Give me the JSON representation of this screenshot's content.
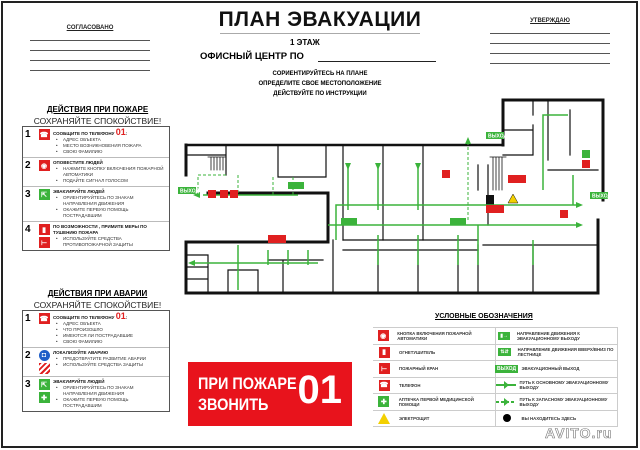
{
  "header": {
    "title": "ПЛАН ЭВАКУАЦИИ",
    "floor": "1 ЭТАЖ",
    "office": "ОФИСНЫЙ ЦЕНТР ПО",
    "orientation": [
      "СОРИЕНТИРУЙТЕСЬ НА ПЛАНЕ",
      "ОПРЕДЕЛИТЕ СВОЕ МЕСТОПОЛОЖЕНИЕ",
      "ДЕЙСТВУЙТЕ ПО ИНСТРУКЦИИ"
    ],
    "approved_left": "СОГЛАСОВАНО",
    "approved_right": "УТВЕРЖДАЮ"
  },
  "fire_actions": {
    "title": "ДЕЙСТВИЯ ПРИ ПОЖАРЕ",
    "subtitle": "СОХРАНЯЙТЕ СПОКОЙСТВИЕ!",
    "steps": [
      {
        "num": "1",
        "head": "СООБЩИТЕ ПО ТЕЛЕФОНУ",
        "phone": "01",
        "items": [
          "АДРЕС ОБЪЕКТА",
          "МЕСТО ВОЗНИКНОВЕНИЯ ПОЖАРА",
          "СВОЮ ФАМИЛИЮ"
        ]
      },
      {
        "num": "2",
        "head": "ОПОВЕСТИТЕ ЛЮДЕЙ",
        "items": [
          "НАЖМИТЕ КНОПКУ ВКЛЮЧЕНИЯ ПОЖАРНОЙ АВТОМАТИКИ",
          "ПОДАЙТЕ СИГНАЛ ГОЛОСОМ"
        ]
      },
      {
        "num": "3",
        "head": "ЭВАКУИРУЙТЕ ЛЮДЕЙ",
        "items": [
          "ОРИЕНТИРУЙТЕСЬ ПО ЗНАКАМ НАПРАВЛЕНИЯ ДВИЖЕНИЯ",
          "ОКАЖИТЕ ПЕРВУЮ ПОМОЩЬ ПОСТРАДАВШИМ"
        ]
      },
      {
        "num": "4",
        "head": "ПО ВОЗМОЖНОСТИ , ПРИМИТЕ МЕРЫ ПО ТУШЕНИЮ ПОЖАРА",
        "items": [
          "ИСПОЛЬЗУЙТЕ СРЕДСТВА ПРОТИВОПОЖАРНОЙ ЗАЩИТЫ"
        ]
      }
    ]
  },
  "accident_actions": {
    "title": "ДЕЙСТВИЯ ПРИ АВАРИИ",
    "subtitle": "СОХРАНЯЙТЕ СПОКОЙСТВИЕ!",
    "steps": [
      {
        "num": "1",
        "head": "СООБЩИТЕ ПО ТЕЛЕФОНУ",
        "phone": "01",
        "items": [
          "АДРЕС ОБЪЕКТА",
          "ЧТО ПРОИЗОШЛО",
          "ИМЕЮТСЯ ЛИ ПОСТРАДАВШИЕ",
          "СВОЮ ФАМИЛИЮ"
        ]
      },
      {
        "num": "2",
        "head": "ЛОКАЛИЗУЙТЕ АВАРИЮ",
        "items": [
          "ПРЕДОТВРАТИТЕ РАЗВИТИЕ АВАРИИ",
          "ИСПОЛЬЗУЙТЕ СРЕДСТВА ЗАЩИТЫ"
        ]
      },
      {
        "num": "3",
        "head": "ЭВАКУИРУЙТЕ ЛЮДЕЙ",
        "items": [
          "ОРИЕНТИРУЙТЕСЬ ПО ЗНАКАМ НАПРАВЛЕНИЯ ДВИЖЕНИЯ",
          "ОКАЖИТЕ ПЕРВУЮ ПОМОЩЬ ПОСТРАДАВШИМ"
        ]
      }
    ]
  },
  "fire_sign": {
    "line1": "ПРИ ПОЖАРЕ",
    "line2": "ЗВОНИТЬ",
    "number": "01"
  },
  "legend": {
    "title": "УСЛОВНЫЕ ОБОЗНАЧЕНИЯ",
    "left": [
      "КНОПКА ВКЛЮЧЕНИЯ ПОЖАРНОЙ АВТОМАТИКИ",
      "ОГНЕТУШИТЕЛЬ",
      "ПОЖАРНЫЙ КРАН",
      "ТЕЛЕФОН",
      "АПТЕЧКА ПЕРВОЙ МЕДИЦИНСКОЙ ПОМОЩИ",
      "ЭЛЕКТРОЩИТ"
    ],
    "right": [
      "НАПРАВЛЕНИЕ ДВИЖЕНИЯ К ЭВАКУАЦИОННОМУ ВЫХОДУ",
      "НАПРАВЛЕНИЕ ДВИЖЕНИЯ ВВЕРХ/ВНИЗ ПО ЛЕСТНИЦЕ",
      "ЭВАКУАЦИОННЫЙ ВЫХОД",
      "ПУТЬ К ОСНОВНОМУ ЭВАКУАЦИОННОМУ ВЫХОДУ",
      "ПУТЬ К ЗАПАСНОМУ ЭВАКУАЦИОННОМУ ВЫХОДУ",
      "ВЫ НАХОДИТЕСЬ ЗДЕСЬ"
    ],
    "exit_label": "ВЫХОД"
  },
  "plan": {
    "exit_label": "ВЫХОД"
  },
  "watermark": "AVITO.ru",
  "colors": {
    "red": "#e02020",
    "green": "#3bb33b",
    "fire_sign": "#e8131c"
  }
}
